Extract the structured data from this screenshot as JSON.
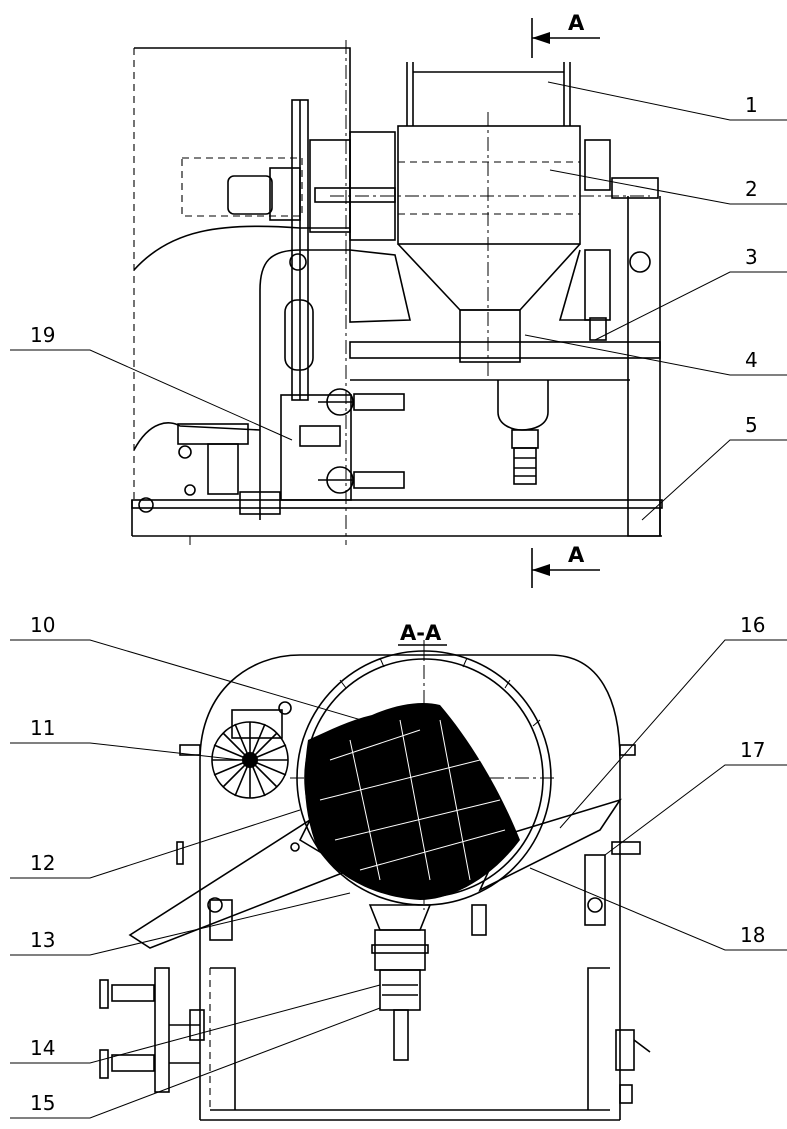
{
  "section_labels": {
    "top_arrow": "A",
    "bottom_arrow": "A",
    "section_view": "A-A"
  },
  "callouts": [
    "1",
    "2",
    "3",
    "4",
    "5",
    "19",
    "10",
    "11",
    "12",
    "13",
    "14",
    "15",
    "16",
    "17",
    "18"
  ]
}
